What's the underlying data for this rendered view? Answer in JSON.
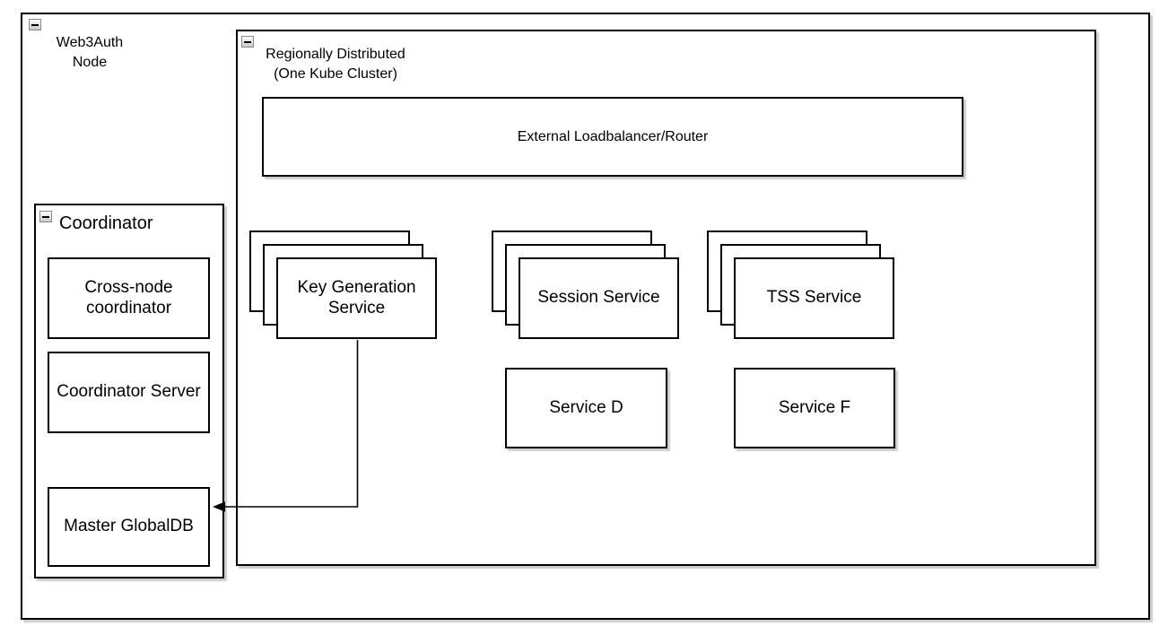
{
  "diagram": {
    "web3auth_node": {
      "label_line1": "Web3Auth",
      "label_line2": "Node"
    },
    "regional_cluster": {
      "label_line1": "Regionally Distributed",
      "label_line2": "(One Kube Cluster)"
    },
    "load_balancer": {
      "label": "External Loadbalancer/Router"
    },
    "key_generation_service": {
      "label": "Key Generation Service",
      "instances": 3
    },
    "session_service": {
      "label": "Session Service",
      "instances": 3
    },
    "tss_service": {
      "label": "TSS Service",
      "instances": 3
    },
    "service_d": {
      "label": "Service D"
    },
    "service_f": {
      "label": "Service F"
    },
    "coordinator": {
      "label": "Coordinator"
    },
    "cross_node_coordinator": {
      "label": "Cross-node coordinator"
    },
    "coordinator_server": {
      "label": "Coordinator Server"
    },
    "master_globaldb": {
      "label": "Master GlobalDB"
    },
    "icons": {
      "collapse": "minus-icon"
    },
    "edges": {
      "kgs_to_masterdb": "Key Generation Service -> Master GlobalDB"
    },
    "colors": {
      "border": "#000000",
      "fill": "#ffffff",
      "text": "#000000",
      "shadow": "#b2b2b2"
    }
  }
}
